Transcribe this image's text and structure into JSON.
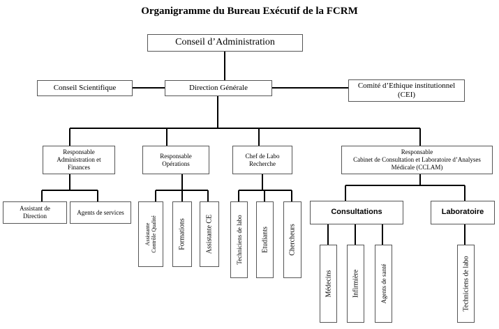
{
  "title": "Organigramme du Bureau Exécutif de la FCRM",
  "level1": {
    "conseil_admin": "Conseil d’Administration"
  },
  "level2": {
    "conseil_scientifique": "Conseil Scientifique",
    "direction_generale": "Direction Générale",
    "comite_ethique_line1": "Comité d’Ethique institutionnel",
    "comite_ethique_line2": "(CEI)"
  },
  "level3": {
    "resp_admin_line1": "Responsable",
    "resp_admin_line2": "Administration et",
    "resp_admin_line3": "Finances",
    "resp_ops_line1": "Responsable",
    "resp_ops_line2": "Opérations",
    "chef_labo_line1": "Chef de Labo",
    "chef_labo_line2": "Recherche",
    "cclam_line1": "Responsable",
    "cclam_line2": "Cabinet de Consultation et Laboratoire d’Analyses",
    "cclam_line3": "Médicale (CCLAM)"
  },
  "admin_children": {
    "assistant_direction_line1": "Assistant de",
    "assistant_direction_line2": "Direction",
    "agents_services": "Agents de services"
  },
  "ops_children": {
    "assistante_qualite_line1": "Assistante",
    "assistante_qualite_line2": "Contrôle Qualité",
    "formations": "Formations",
    "assistante_ce": "Assistante CE"
  },
  "labo_children": {
    "techniciens_labo": "Techniciens de labo",
    "etudiants": "Etudiants",
    "chercheurs": "Chercheurs"
  },
  "cclam_children": {
    "consultations": "Consultations",
    "laboratoire": "Laboratoire"
  },
  "consultations_children": {
    "medecins": "Médecins",
    "infirmiere": "Infirmière",
    "agents_sante": "Agents de santé"
  },
  "laboratoire_children": {
    "techniciens_labo": "Techniciens de labo"
  }
}
